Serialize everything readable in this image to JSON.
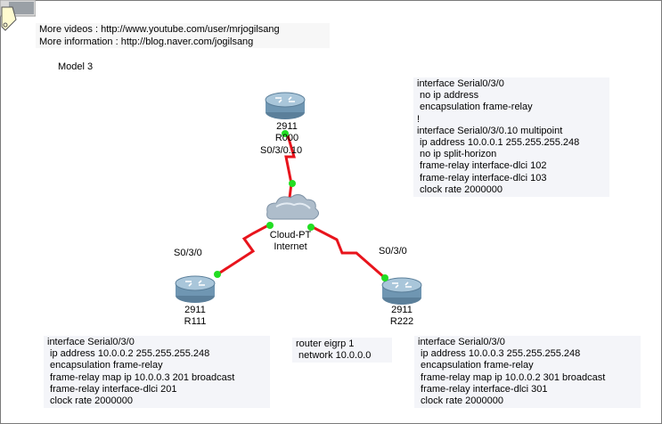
{
  "links": {
    "videos": "More videos : http://www.youtube.com/user/mrjogilsang",
    "info": "More information : http://blog.naver.com/jogilsang"
  },
  "model_label": "Model 3",
  "devices": {
    "r000": {
      "model": "2911",
      "name": "R000",
      "interface": "S0/3/0.10"
    },
    "r111": {
      "model": "2911",
      "name": "R111",
      "interface": "S0/3/0"
    },
    "r222": {
      "model": "2911",
      "name": "R222",
      "interface": "S0/3/0"
    },
    "cloud": {
      "model": "Cloud-PT",
      "name": "Internet"
    }
  },
  "colors": {
    "link": "#e8141c",
    "port": "#22dd22",
    "router_body": "#6f96b2",
    "cloud": "#aebdcb"
  },
  "configs": {
    "r000": [
      "interface Serial0/3/0",
      " no ip address",
      " encapsulation frame-relay",
      "!",
      "interface Serial0/3/0.10 multipoint",
      " ip address 10.0.0.1 255.255.255.248",
      " no ip split-horizon",
      " frame-relay interface-dlci 102",
      " frame-relay interface-dlci 103",
      " clock rate 2000000"
    ],
    "r111": [
      "interface Serial0/3/0",
      " ip address 10.0.0.2 255.255.255.248",
      " encapsulation frame-relay",
      " frame-relay map ip 10.0.0.3 201 broadcast",
      " frame-relay interface-dlci 201",
      " clock rate 2000000"
    ],
    "eigrp": [
      "router eigrp 1",
      " network 10.0.0.0"
    ],
    "r222": [
      "interface Serial0/3/0",
      " ip address 10.0.0.3 255.255.255.248",
      " encapsulation frame-relay",
      " frame-relay map ip 10.0.0.2 301 broadcast",
      " frame-relay interface-dlci 301",
      " clock rate 2000000"
    ]
  }
}
